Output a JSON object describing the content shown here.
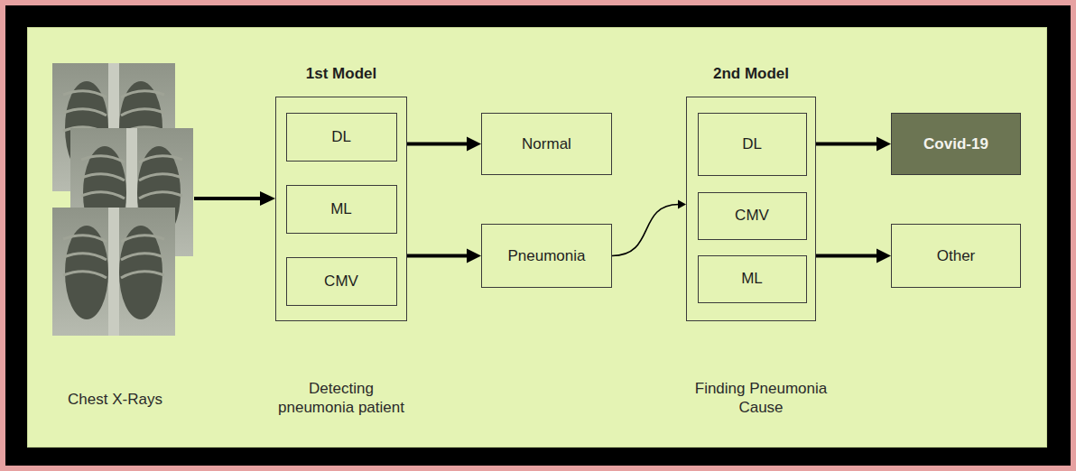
{
  "diagram": {
    "nodes": [
      {
        "text": [
          "1st Model"
        ]
      },
      {
        "text": [
          "DL"
        ],
        "in": 0
      },
      {
        "text": [
          "ML"
        ],
        "in": 0
      },
      {
        "text": [
          "CMV"
        ],
        "in": 0
      },
      {
        "text": [
          "Normal"
        ]
      },
      {
        "text": [
          "Pneumonia"
        ]
      },
      {
        "text": [
          "2nd Model"
        ]
      },
      {
        "text": [
          "DL"
        ],
        "in": 6
      },
      {
        "text": [
          "CMV"
        ],
        "in": 6
      },
      {
        "text": [
          "ML"
        ],
        "in": 6
      },
      {
        "text": [
          "Covid-19"
        ]
      },
      {
        "text": [
          "Other"
        ]
      }
    ],
    "edges": [
      {
        "from": 0,
        "to": 4,
        "arrow": "to"
      },
      {
        "from": 0,
        "to": 5,
        "arrow": "to"
      },
      {
        "from": 5,
        "to": 6,
        "arrow": "to"
      },
      {
        "from": 6,
        "to": 10,
        "arrow": "to"
      },
      {
        "from": 6,
        "to": 11,
        "arrow": "to"
      }
    ],
    "labels": [
      "Chest X-Rays",
      "Detecting pneumonia patient",
      "Finding Pneumonia Cause"
    ]
  }
}
